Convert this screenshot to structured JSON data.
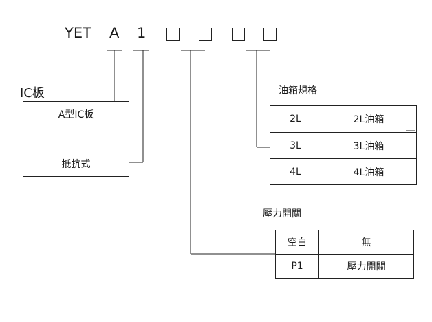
{
  "code": {
    "prefix": "YET",
    "letter": "A",
    "number": "1"
  },
  "ic_board": {
    "heading": "IC板",
    "option": "A型IC板"
  },
  "resistance": {
    "option": "抵抗式"
  },
  "tank_spec": {
    "heading": "油箱規格",
    "rows": [
      {
        "code": "2L",
        "desc": "2L油箱"
      },
      {
        "code": "3L",
        "desc": "3L油箱"
      },
      {
        "code": "4L",
        "desc": "4L油箱"
      }
    ]
  },
  "pressure_switch": {
    "heading": "壓力開關",
    "rows": [
      {
        "code": "空白",
        "desc": "無"
      },
      {
        "code": "P1",
        "desc": "壓力開關"
      }
    ]
  }
}
